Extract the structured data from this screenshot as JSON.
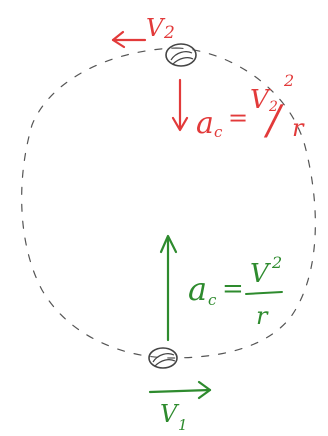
{
  "colors": {
    "top": "#e23a3a",
    "bottom": "#2e8b2e",
    "path": "#555555",
    "object": "#444444"
  },
  "top": {
    "velocity": {
      "symbol": "V",
      "subscript": "2"
    },
    "acceleration": {
      "symbol": "a",
      "subscript": "c",
      "equals": "=",
      "numerator_symbol": "V",
      "numerator_subscript": "2",
      "numerator_power": "2",
      "slash": "/",
      "denominator": "r"
    }
  },
  "bottom": {
    "velocity": {
      "symbol": "V",
      "subscript": "1"
    },
    "acceleration": {
      "symbol": "a",
      "subscript": "c",
      "equals": "=",
      "numerator_symbol": "V",
      "numerator_power": "2",
      "denominator": "r"
    }
  }
}
